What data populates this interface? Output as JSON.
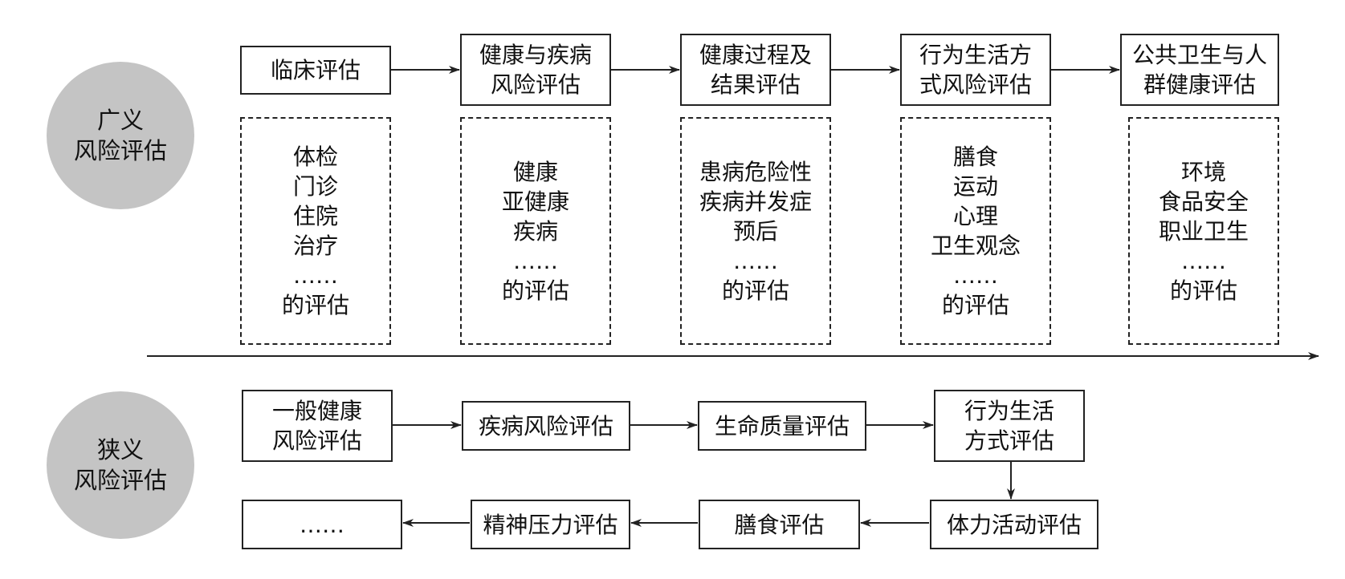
{
  "broad": {
    "label_line1": "广义",
    "label_line2": "风险评估",
    "steps": [
      {
        "lines": [
          "临床评估"
        ]
      },
      {
        "lines": [
          "健康与疾病",
          "风险评估"
        ]
      },
      {
        "lines": [
          "健康过程及",
          "结果评估"
        ]
      },
      {
        "lines": [
          "行为生活方",
          "式风险评估"
        ]
      },
      {
        "lines": [
          "公共卫生与人",
          "群健康评估"
        ]
      }
    ],
    "details": [
      {
        "lines": [
          "体检",
          "门诊",
          "住院",
          "治疗",
          "……",
          "的评估"
        ]
      },
      {
        "lines": [
          "健康",
          "亚健康",
          "疾病",
          "……",
          "的评估"
        ]
      },
      {
        "lines": [
          "患病危险性",
          "疾病并发症",
          "预后",
          "……",
          "的评估"
        ]
      },
      {
        "lines": [
          "膳食",
          "运动",
          "心理",
          "卫生观念",
          "……",
          "的评估"
        ]
      },
      {
        "lines": [
          "环境",
          "食品安全",
          "职业卫生",
          "……",
          "的评估"
        ]
      }
    ]
  },
  "narrow": {
    "label_line1": "狭义",
    "label_line2": "风险评估",
    "row1": [
      {
        "lines": [
          "一般健康",
          "风险评估"
        ]
      },
      {
        "lines": [
          "疾病风险评估"
        ]
      },
      {
        "lines": [
          "生命质量评估"
        ]
      },
      {
        "lines": [
          "行为生活",
          "方式评估"
        ]
      }
    ],
    "row2": [
      {
        "lines": [
          "体力活动评估"
        ]
      },
      {
        "lines": [
          "膳食评估"
        ]
      },
      {
        "lines": [
          "精神压力评估"
        ]
      },
      {
        "lines": [
          "……"
        ]
      }
    ]
  }
}
